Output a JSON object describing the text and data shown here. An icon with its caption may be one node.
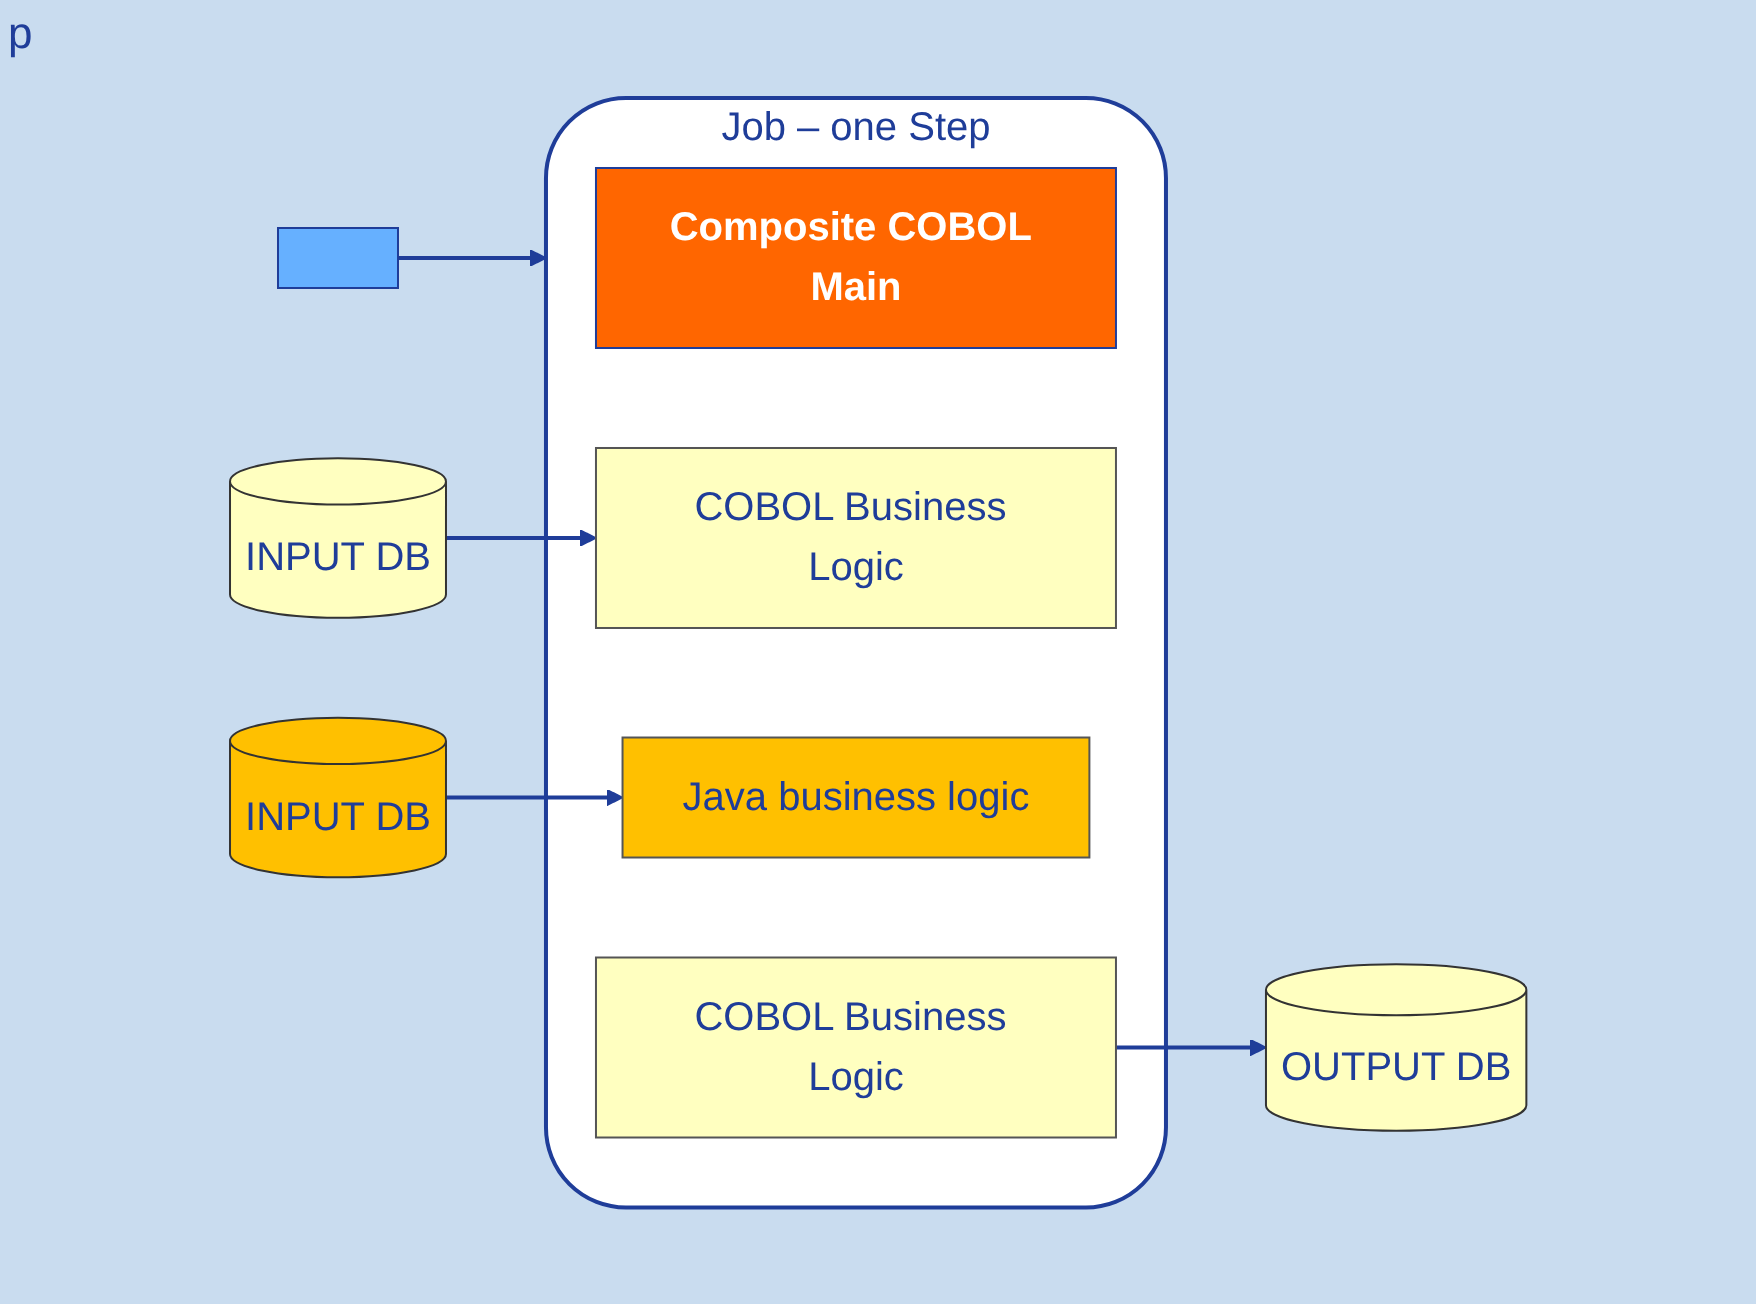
{
  "diagram": {
    "nodes": [
      {
        "text": [],
        "shape": "box"
      },
      {
        "text": [
          "Job – one Step"
        ]
      },
      {
        "text": [
          "Composite COBOL Main"
        ],
        "in": 1
      },
      {
        "text": [
          "COBOL Business Logic"
        ],
        "in": 1
      },
      {
        "text": [
          "Java business logic"
        ],
        "in": 1
      },
      {
        "text": [
          "COBOL Business Logic"
        ],
        "in": 1
      },
      {
        "text": [
          "INPUT DB"
        ]
      },
      {
        "text": [
          "INPUT DB"
        ]
      },
      {
        "text": [
          "OUTPUT DB"
        ]
      }
    ],
    "edges": [
      {
        "from": 0,
        "to": 1,
        "arrow": "to"
      },
      {
        "from": 6,
        "to": 3,
        "arrow": "to"
      },
      {
        "from": 7,
        "to": 4,
        "arrow": "to"
      },
      {
        "from": 5,
        "to": 8,
        "arrow": "to"
      }
    ],
    "labels": [
      "p"
    ]
  }
}
